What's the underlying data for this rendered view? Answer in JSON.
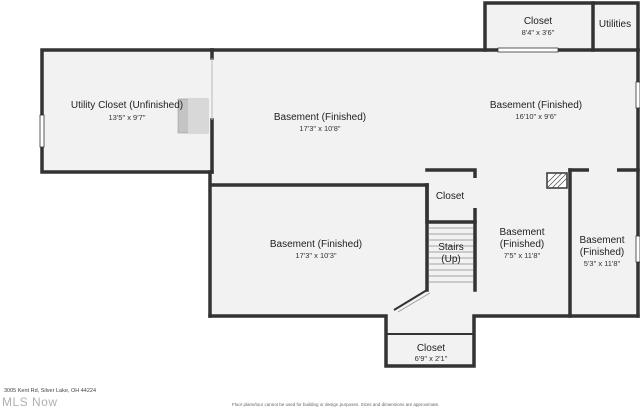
{
  "rooms": {
    "utility_closet": {
      "name": "Utility Closet (Unfinished)",
      "dims": "13'5\" x 9'7\""
    },
    "basement_1": {
      "name": "Basement (Finished)",
      "dims": "17'3\" x 10'8\""
    },
    "basement_2": {
      "name": "Basement (Finished)",
      "dims": "16'10\" x 9'6\""
    },
    "basement_3": {
      "name": "Basement (Finished)",
      "dims": "17'3\" x 10'3\""
    },
    "basement_4": {
      "name_line1": "Basement",
      "name_line2": "(Finished)",
      "dims": "7'5\" x 11'8\""
    },
    "basement_5": {
      "name_line1": "Basement",
      "name_line2": "(Finished)",
      "dims": "5'3\" x 11'8\""
    },
    "closet_top": {
      "name": "Closet",
      "dims": "8'4\" x 3'6\""
    },
    "utilities": {
      "name": "Utilities"
    },
    "closet_mid": {
      "name": "Closet"
    },
    "stairs": {
      "name_line1": "Stairs",
      "name_line2": "(Up)"
    },
    "closet_bottom": {
      "name": "Closet",
      "dims": "6'9\" x 2'1\""
    }
  },
  "footer": {
    "address": "3005 Kent Rd, Silver Lake, OH 44224",
    "disclaimer": "Floor plans/tour cannot be used for building or design purposes. Sizes and dimensions are approximate.",
    "watermark": "MLS Now"
  },
  "colors": {
    "wall": "#333333",
    "floor": "#f2f2f2",
    "background": "#ffffff"
  }
}
